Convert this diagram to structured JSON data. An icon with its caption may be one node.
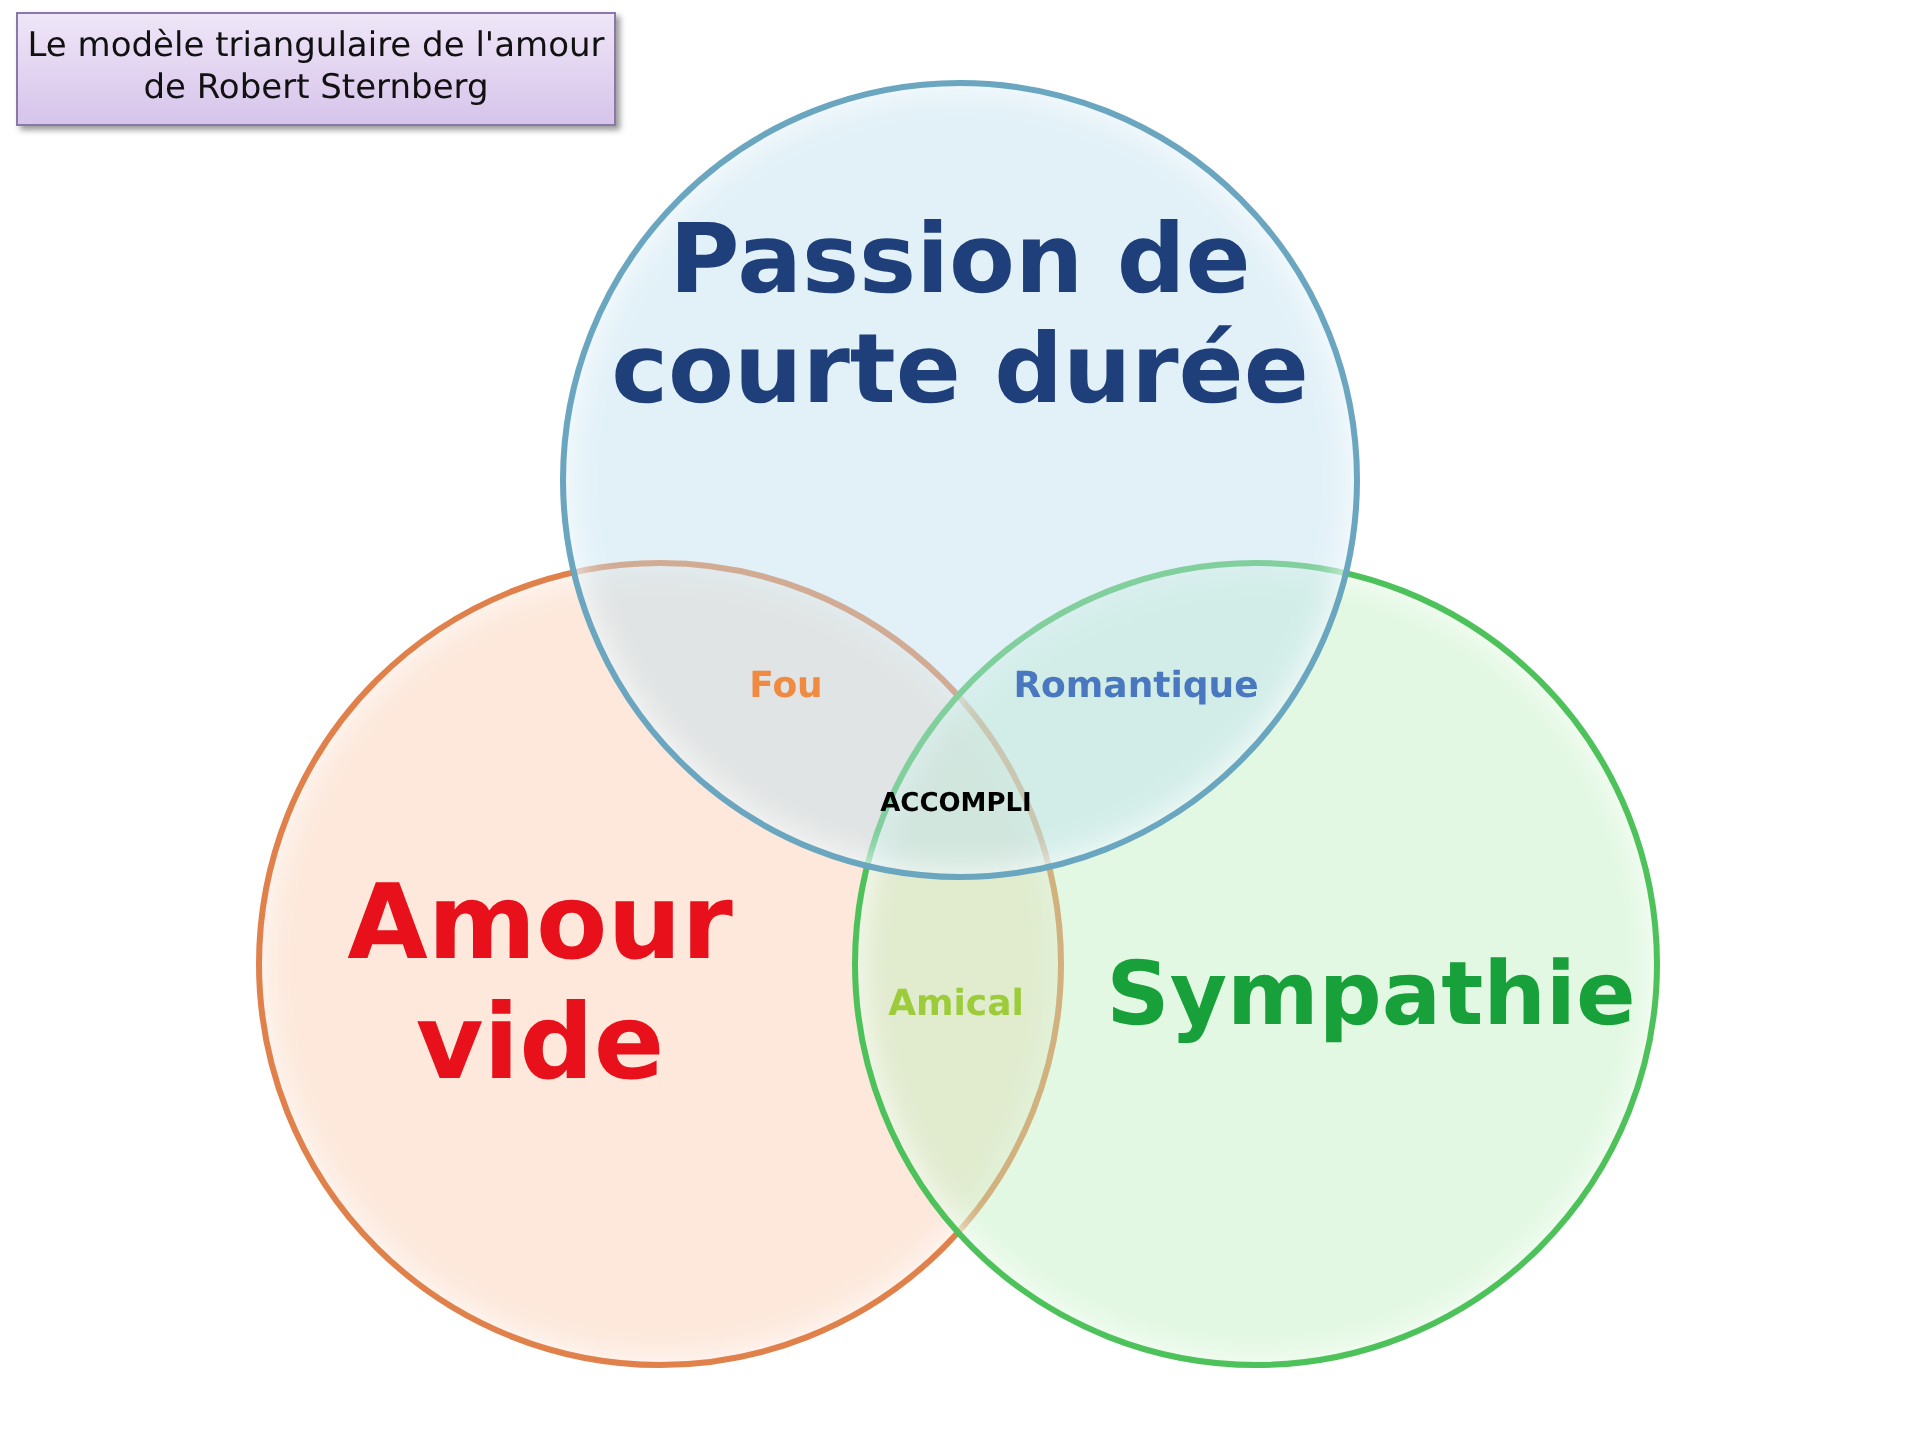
{
  "diagram": {
    "title": "Le modèle triangulaire de l'amour de Robert Sternberg",
    "nodes": [
      {
        "text": [
          "Passion de courte durée"
        ]
      },
      {
        "text": [
          "Amour vide"
        ]
      },
      {
        "text": [
          "Sympathie"
        ]
      }
    ],
    "labels": [
      "Fou",
      "Romantique",
      "ACCOMPLI",
      "Amical"
    ]
  }
}
